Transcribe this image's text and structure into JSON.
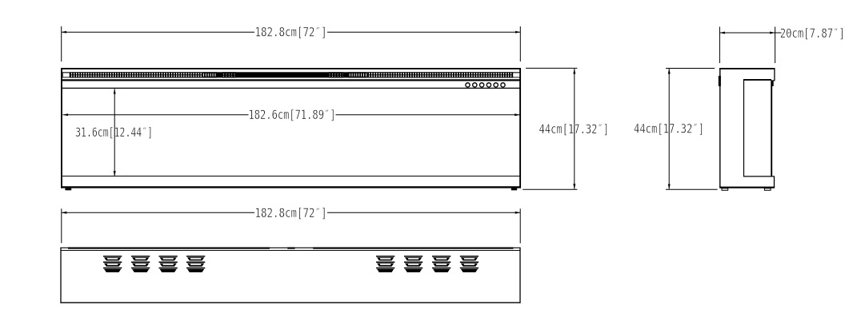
{
  "canvas": {
    "background": "#ffffff",
    "line_color": "#000000",
    "text_color": "#1f1f1f"
  },
  "dimensions": {
    "front_overall_width": {
      "label": "182.8cm[72″]",
      "cm": 182.8,
      "inch": 72
    },
    "front_inner_width": {
      "label": "182.6cm[71.89″]",
      "cm": 182.6,
      "inch": 71.89
    },
    "front_opening_height": {
      "label": "31.6cm[12.44″]",
      "cm": 31.6,
      "inch": 12.44
    },
    "front_overall_height": {
      "label": "44cm[17.32″]",
      "cm": 44,
      "inch": 17.32
    },
    "side_depth": {
      "label": "20cm[7.87″]",
      "cm": 20,
      "inch": 7.87
    },
    "side_overall_height": {
      "label": "44cm[17.32″]",
      "cm": 44,
      "inch": 17.32
    },
    "bottom_overall_width": {
      "label": "182.8cm[72″]",
      "cm": 182.8,
      "inch": 72
    }
  }
}
